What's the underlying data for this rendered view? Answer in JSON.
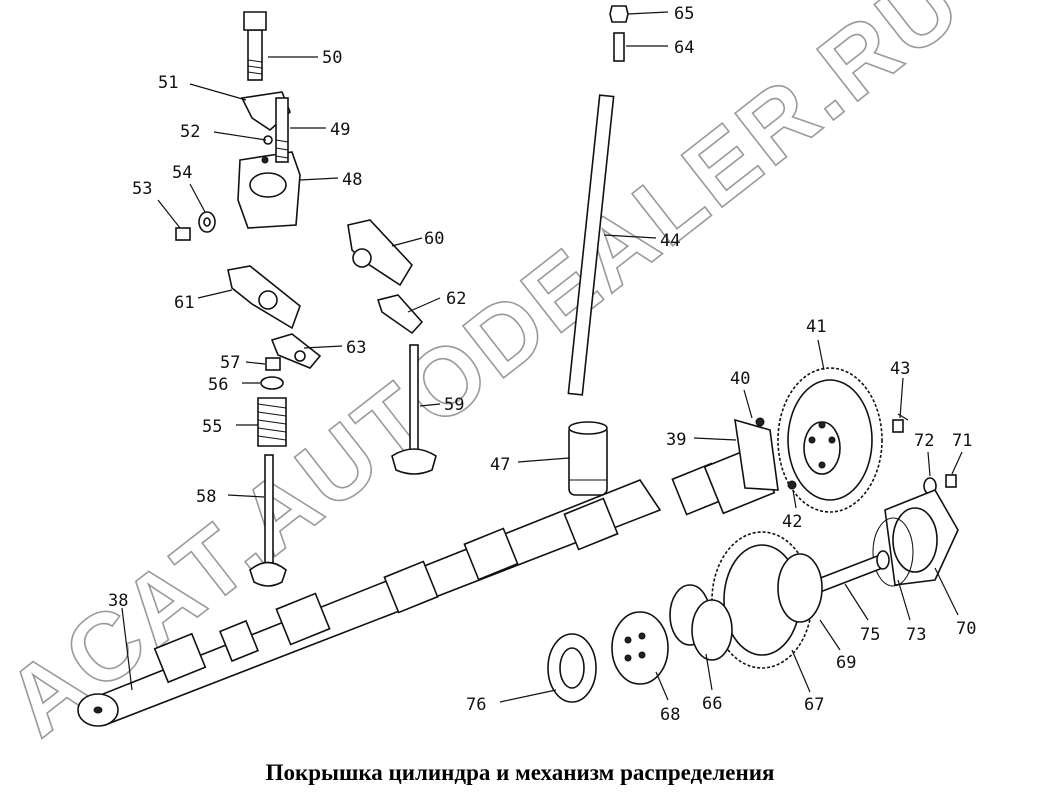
{
  "caption": "Покрышка цилиндра и механизм распределения",
  "watermark": "ACAT.AUTODEALER.RU",
  "callouts": [
    {
      "id": "c50",
      "text": "50"
    },
    {
      "id": "c51",
      "text": "51"
    },
    {
      "id": "c49",
      "text": "49"
    },
    {
      "id": "c52",
      "text": "52"
    },
    {
      "id": "c48",
      "text": "48"
    },
    {
      "id": "c53",
      "text": "53"
    },
    {
      "id": "c54",
      "text": "54"
    },
    {
      "id": "c60",
      "text": "60"
    },
    {
      "id": "c61",
      "text": "61"
    },
    {
      "id": "c62",
      "text": "62"
    },
    {
      "id": "c63",
      "text": "63"
    },
    {
      "id": "c57",
      "text": "57"
    },
    {
      "id": "c56",
      "text": "56"
    },
    {
      "id": "c55",
      "text": "55"
    },
    {
      "id": "c59",
      "text": "59"
    },
    {
      "id": "c58",
      "text": "58"
    },
    {
      "id": "c65",
      "text": "65"
    },
    {
      "id": "c64",
      "text": "64"
    },
    {
      "id": "c44",
      "text": "44"
    },
    {
      "id": "c47",
      "text": "47"
    },
    {
      "id": "c41",
      "text": "41"
    },
    {
      "id": "c40",
      "text": "40"
    },
    {
      "id": "c43",
      "text": "43"
    },
    {
      "id": "c39",
      "text": "39"
    },
    {
      "id": "c72",
      "text": "72"
    },
    {
      "id": "c71",
      "text": "71"
    },
    {
      "id": "c42",
      "text": "42"
    },
    {
      "id": "c38",
      "text": "38"
    },
    {
      "id": "c75",
      "text": "75"
    },
    {
      "id": "c73",
      "text": "73"
    },
    {
      "id": "c70",
      "text": "70"
    },
    {
      "id": "c69",
      "text": "69"
    },
    {
      "id": "c76",
      "text": "76"
    },
    {
      "id": "c68",
      "text": "68"
    },
    {
      "id": "c66",
      "text": "66"
    },
    {
      "id": "c67",
      "text": "67"
    }
  ]
}
